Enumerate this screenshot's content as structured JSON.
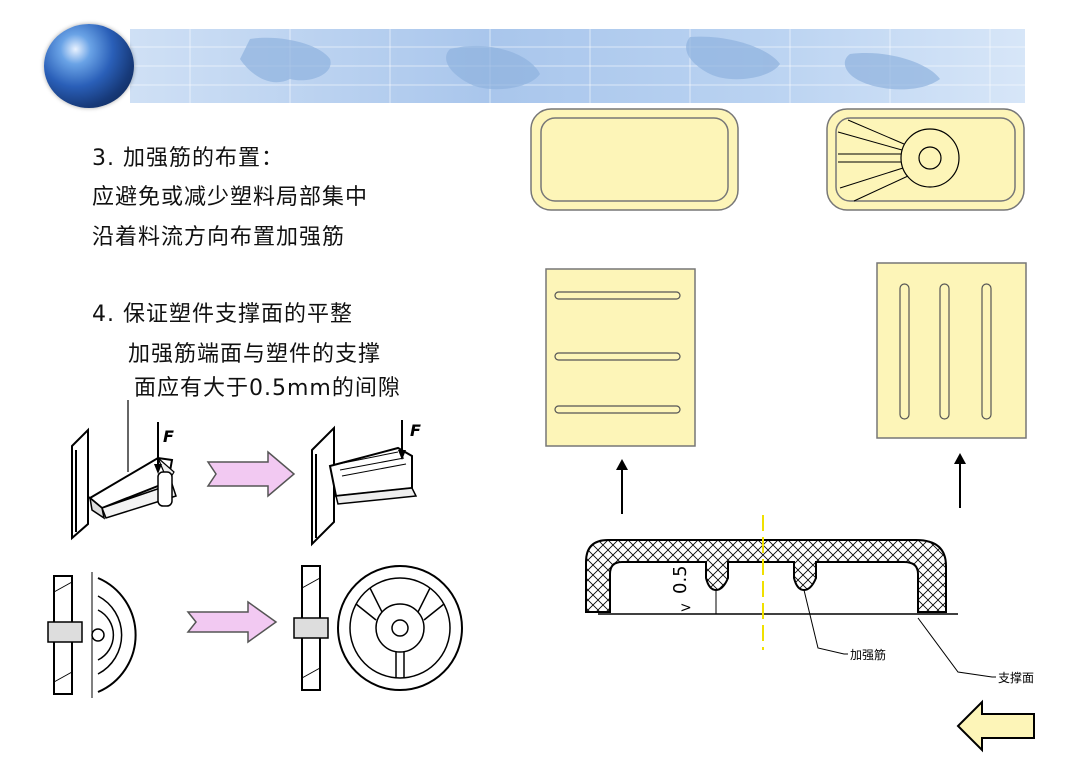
{
  "section3": {
    "heading": "3. 加强筋的布置：",
    "line1": "应避免或减少塑料局部集中",
    "line2": "沿着料流方向布置加强筋"
  },
  "section4": {
    "heading": "4.  保证塑件支撑面的平整",
    "line1": "加强筋端面与塑件的支撑",
    "line2": "面应有大于0.5mm的间隙"
  },
  "diagram": {
    "force_label": "F",
    "dimension": "0.5",
    "rib_label": "加强筋",
    "support_label": "支撑面"
  },
  "colors": {
    "card_fill": "#fdf5b8",
    "arrow_pink": "#f2c9f2",
    "banner": "#a9c6ec"
  },
  "icons": {
    "back": "left-arrow-icon",
    "globe": "globe-icon"
  }
}
